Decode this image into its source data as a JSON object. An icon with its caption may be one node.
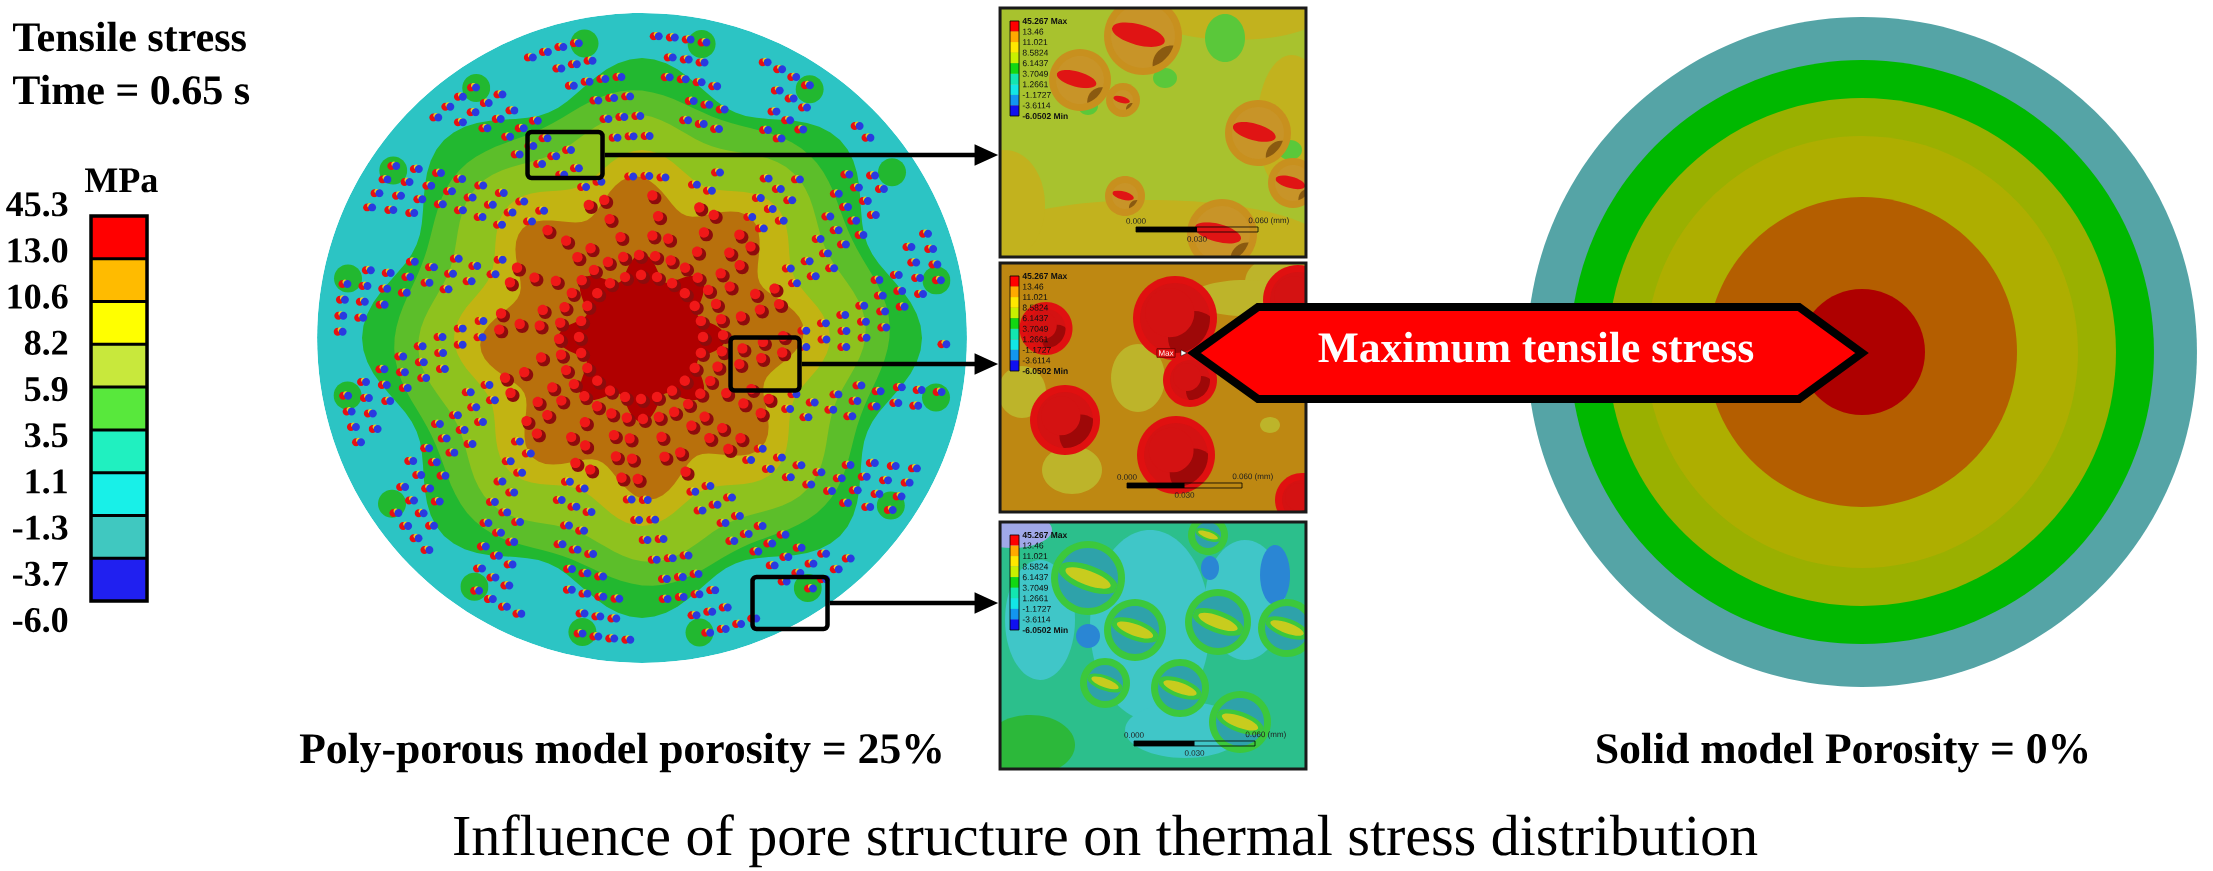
{
  "diagram": {
    "caption": "Influence of pore structure on thermal stress distribution",
    "nodes": [
      {
        "text": [],
        "shape": "picture"
      },
      {
        "text": [],
        "shape": "box",
        "in": 0
      },
      {
        "text": [],
        "shape": "box",
        "in": 0
      },
      {
        "text": [],
        "shape": "box",
        "in": 0
      },
      {
        "text": [
          "45.267 Max",
          "13.46",
          "11.021",
          "8.5824",
          "6.1437",
          "3.7049",
          "1.2661",
          "-1.1727",
          "-3.6114",
          "-6.0502 Min",
          "0.000",
          "0.060 (mm)",
          "0.030"
        ]
      },
      {
        "text": [
          "45.267 Max",
          "13.46",
          "11.021",
          "8.5824",
          "6.1437",
          "3.7049",
          "1.2661",
          "-1.1727",
          "-3.6114",
          "-6.0502 Min",
          "Max",
          "0.000",
          "0.060 (mm)",
          "0.030"
        ]
      },
      {
        "text": [
          "Maximum tensile stress"
        ]
      },
      {
        "text": [
          "45.267 Max",
          "13.46",
          "11.021",
          "8.5824",
          "6.1437",
          "3.7049",
          "1.2661",
          "-1.1727",
          "-3.6114",
          "-6.0502 Min",
          "0.000",
          "0.060 (mm)",
          "0.030"
        ]
      },
      {
        "text": [],
        "shape": "picture"
      }
    ],
    "edges": [
      {
        "from": 1,
        "to": 4,
        "arrow": "to"
      },
      {
        "from": 2,
        "to": 5,
        "arrow": "to"
      },
      {
        "from": 3,
        "to": 7,
        "arrow": "to"
      }
    ],
    "labels": [
      "Tensile stress",
      "Time = 0.65 s",
      "MPa",
      "45.3",
      "13.0",
      "10.6",
      "8.2",
      "5.9",
      "3.5",
      "1.1",
      "-1.3",
      "-3.7",
      "-6.0",
      "Poly-porous model porosity = 25%",
      "Solid model Porosity = 0%"
    ]
  }
}
